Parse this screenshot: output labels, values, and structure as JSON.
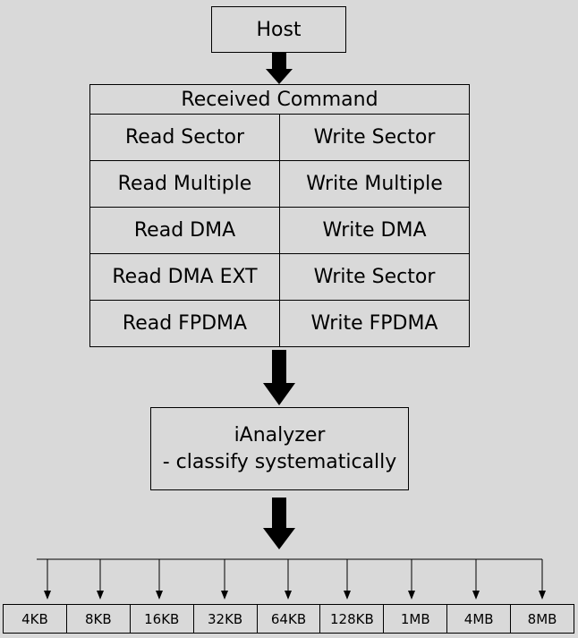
{
  "host": {
    "label": "Host"
  },
  "commands": {
    "header": "Received Command",
    "rows": [
      [
        "Read Sector",
        "Write Sector"
      ],
      [
        "Read Multiple",
        "Write Multiple"
      ],
      [
        "Read DMA",
        "Write DMA"
      ],
      [
        "Read DMA EXT",
        "Write Sector"
      ],
      [
        "Read FPDMA",
        "Write FPDMA"
      ]
    ]
  },
  "analyzer": {
    "line1": "iAnalyzer",
    "line2": "- classify systematically"
  },
  "sizes": [
    "4KB",
    "8KB",
    "16KB",
    "32KB",
    "64KB",
    "128KB",
    "1MB",
    "4MB",
    "8MB"
  ],
  "colors": {
    "background": "#d9d9d9",
    "line": "#000000"
  }
}
